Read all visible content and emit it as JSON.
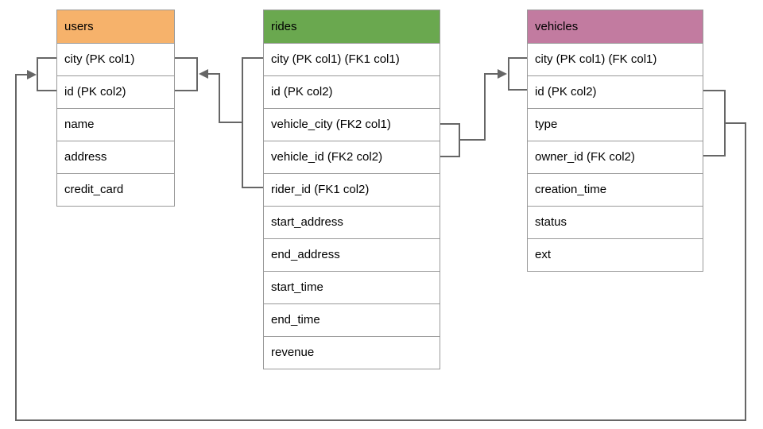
{
  "diagram": {
    "tables": [
      {
        "name": "users",
        "header_color": "#f6b26b",
        "columns": [
          "city (PK col1)",
          "id (PK col2)",
          "name",
          "address",
          "credit_card"
        ]
      },
      {
        "name": "rides",
        "header_color": "#6aa84f",
        "columns": [
          "city (PK col1) (FK1 col1)",
          "id (PK col2)",
          "vehicle_city (FK2 col1)",
          "vehicle_id (FK2 col2)",
          "rider_id (FK1 col2)",
          "start_address",
          "end_address",
          "start_time",
          "end_time",
          "revenue"
        ]
      },
      {
        "name": "vehicles",
        "header_color": "#c27ba0",
        "columns": [
          "city (PK col1) (FK col1)",
          "id (PK col2)",
          "type",
          "owner_id (FK col2)",
          "creation_time",
          "status",
          "ext"
        ]
      }
    ],
    "relationships": [
      {
        "from": "rides (city, rider_id)",
        "to": "users (city, id)",
        "key": "FK1"
      },
      {
        "from": "rides (vehicle_city, vehicle_id)",
        "to": "vehicles (city, id)",
        "key": "FK2"
      },
      {
        "from": "vehicles (id, owner_id)",
        "to": "users (city, id)",
        "key": "FK"
      }
    ],
    "colors": {
      "connector": "#666666",
      "table_border": "#999999",
      "text": "#000000",
      "background": "#ffffff"
    }
  }
}
